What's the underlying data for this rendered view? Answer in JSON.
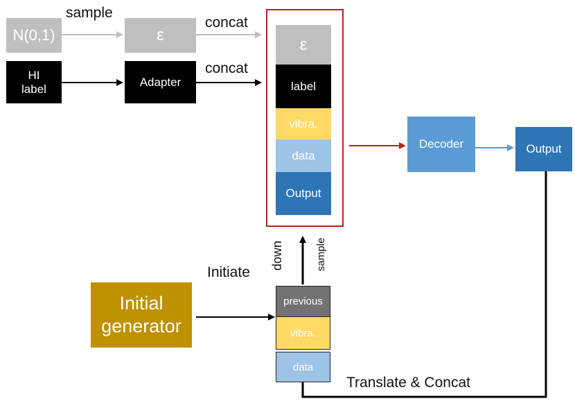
{
  "noise": {
    "label": "N(0,1)"
  },
  "epsilon_top": {
    "label": "ε"
  },
  "hi_label": {
    "label": "HI\nlabel"
  },
  "adapter": {
    "label": "Adapter"
  },
  "edges": {
    "sample": "sample",
    "concat_top": "concat",
    "concat_mid": "concat",
    "initiate": "Initiate",
    "down": "down",
    "sample_vertical": "sample",
    "translate": "Translate & Concat"
  },
  "stack": [
    {
      "label": "ε",
      "color": "#bfbfbf"
    },
    {
      "label": "label",
      "color": "#000000"
    },
    {
      "label": "vibra.",
      "color": "#ffd966"
    },
    {
      "label": "data",
      "color": "#9dc3e6"
    },
    {
      "label": "Output",
      "color": "#2e75b6"
    }
  ],
  "decoder": {
    "label": "Decoder"
  },
  "output_right": {
    "label": "Output"
  },
  "initial_generator": {
    "label": "Initial\ngenerator"
  },
  "bottom_stack": [
    {
      "label": "previous",
      "color": "#767171"
    },
    {
      "label": "vibra.",
      "color": "#ffd966"
    },
    {
      "label": "data",
      "color": "#9dc3e6"
    }
  ],
  "colors": {
    "gray_arrow": "#bfbfbf",
    "red_frame": "#b22222",
    "decoder": "#5b9bd5",
    "output_dark": "#2e75b6",
    "gold": "#bf9000"
  }
}
